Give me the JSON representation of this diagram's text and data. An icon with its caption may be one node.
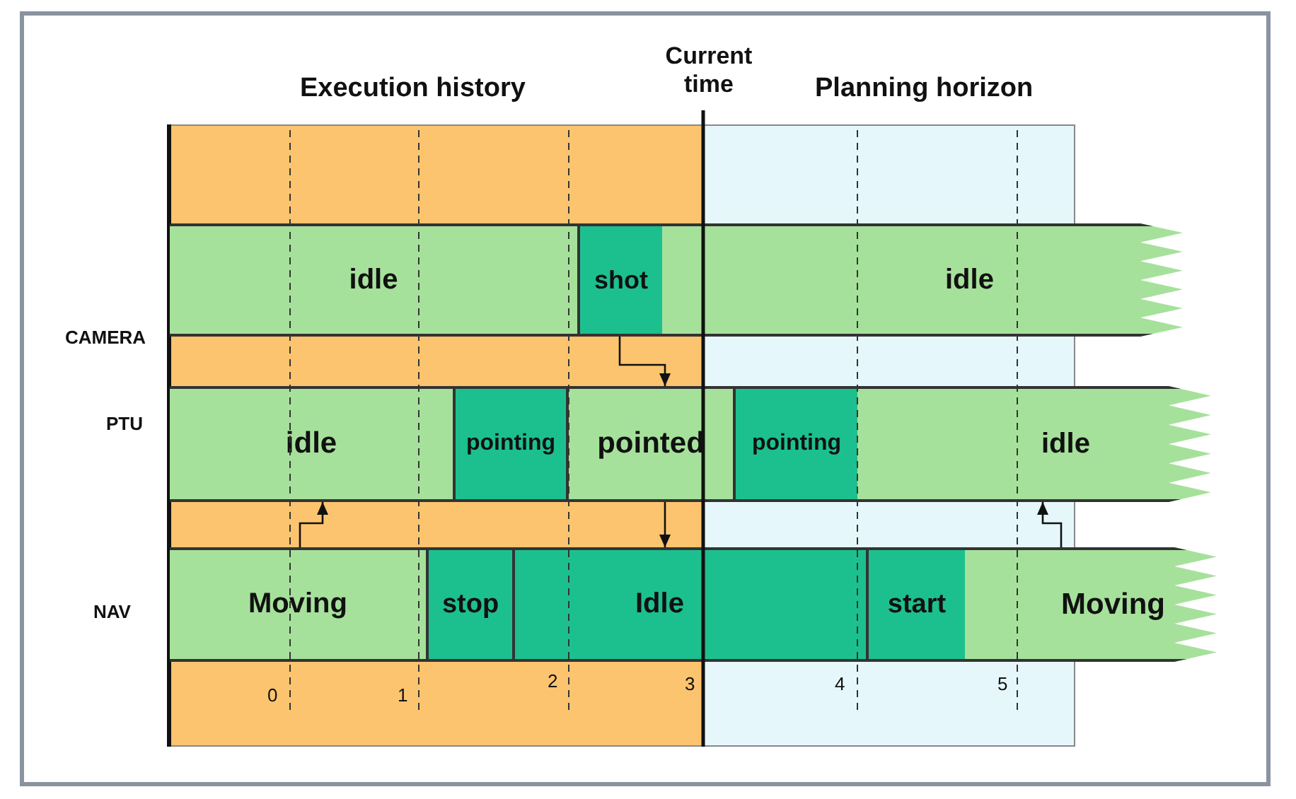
{
  "diagram": {
    "nodes": [
      {
        "text": [
          "idle"
        ]
      },
      {
        "text": [
          "shot"
        ]
      },
      {
        "text": [
          "idle"
        ]
      },
      {
        "text": [
          "idle"
        ]
      },
      {
        "text": [
          "pointing"
        ]
      },
      {
        "text": [
          "pointed"
        ]
      },
      {
        "text": [
          "pointing"
        ]
      },
      {
        "text": [
          "idle"
        ]
      },
      {
        "text": [
          "Moving"
        ]
      },
      {
        "text": [
          "stop"
        ]
      },
      {
        "text": [
          "Idle"
        ]
      },
      {
        "text": [
          "start"
        ]
      },
      {
        "text": [
          "Moving"
        ]
      }
    ],
    "edges": [
      {
        "from": 1,
        "to": 5,
        "arrow": "to"
      },
      {
        "from": 5,
        "to": 10,
        "arrow": "to"
      },
      {
        "from": 8,
        "to": 3,
        "arrow": "to"
      },
      {
        "from": 12,
        "to": 7,
        "arrow": "to"
      }
    ],
    "labels": [
      "Execution history",
      "Current time",
      "Planning horizon",
      "CAMERA",
      "PTU",
      "NAV",
      "0",
      "1",
      "2",
      "3",
      "4",
      "5"
    ]
  }
}
